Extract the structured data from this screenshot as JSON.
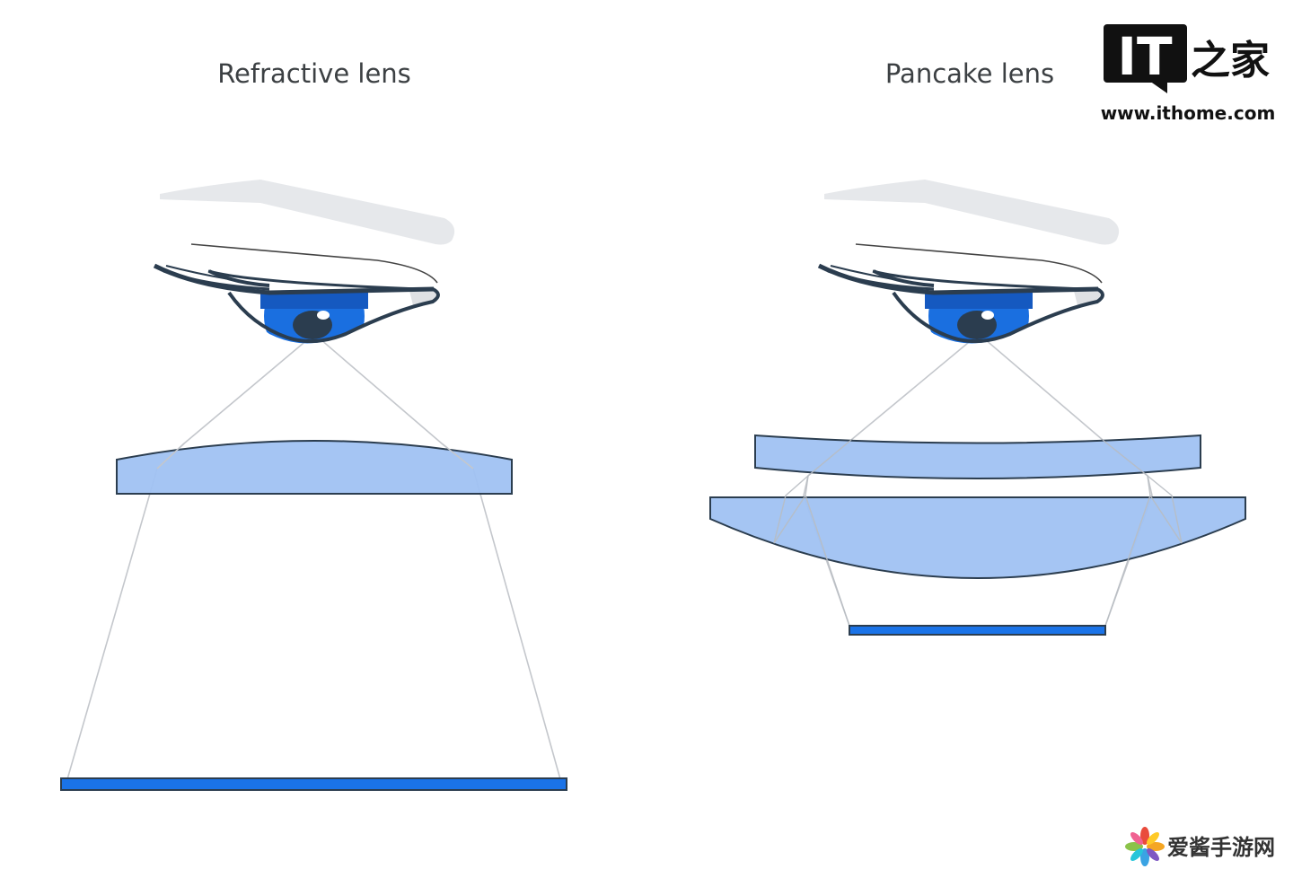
{
  "titles": {
    "left": "Refractive lens",
    "right": "Pancake lens"
  },
  "watermark_top": {
    "logo_letters": "IT",
    "logo_chinese": "之家",
    "url": "www.ithome.com"
  },
  "watermark_bottom": {
    "text": "爱酱手游网"
  },
  "colors": {
    "lens_fill": "#a0c2f2",
    "outline": "#2b3d4f",
    "display": "#1a73e8",
    "iris": "#1a6fe0",
    "ray": "#c4c7cc",
    "brow": "#e6e8eb"
  }
}
